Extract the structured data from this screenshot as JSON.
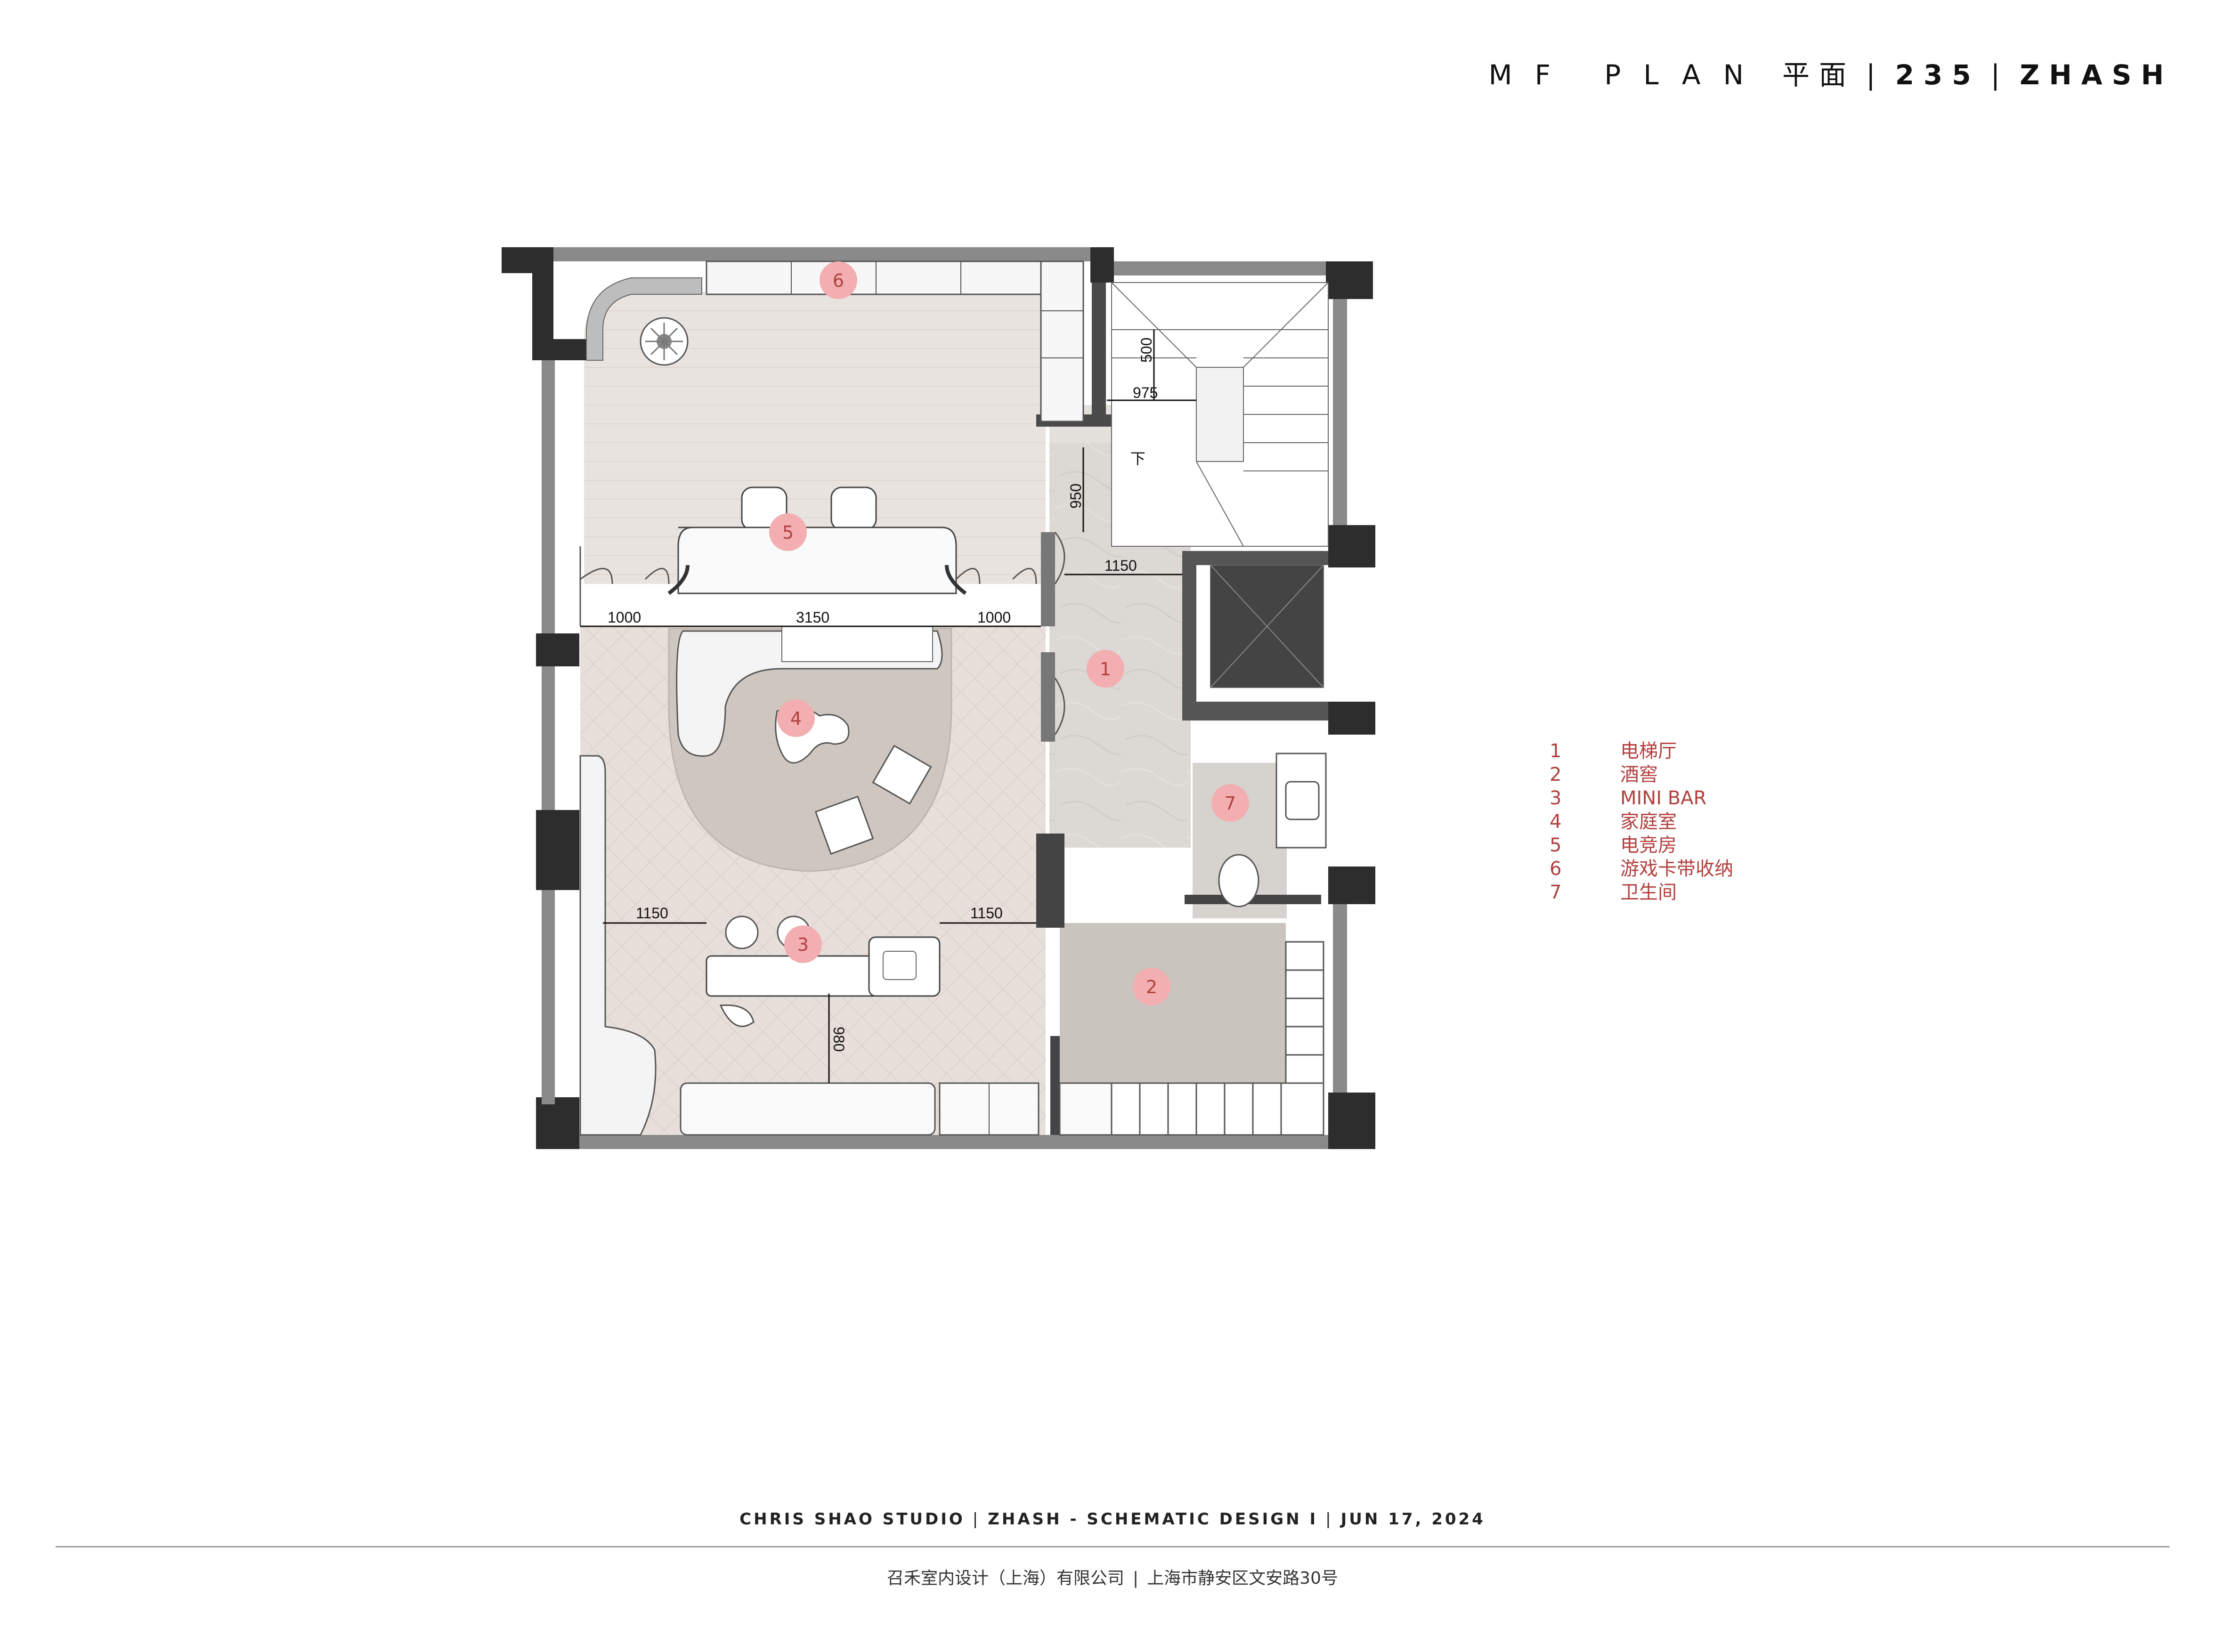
{
  "header": {
    "title_latin": "MF PLAN",
    "title_cn": "平面",
    "sep": "|",
    "number": "235",
    "project": "ZHASH"
  },
  "plan": {
    "room_markers": [
      "1",
      "2",
      "3",
      "4",
      "5",
      "6",
      "7"
    ],
    "dimensions": {
      "d500": "500",
      "d975": "975",
      "d950": "950",
      "d1150_lobby": "1150",
      "d1000_left": "1000",
      "d3150": "3150",
      "d1000_right": "1000",
      "d1150_bar_left": "1150",
      "d1150_bar_right": "1150",
      "d980": "980"
    },
    "stair_down_label": "下",
    "marker_color": "#f2aeb0",
    "marker_text_color": "#b2403f"
  },
  "legend": [
    {
      "num": "1",
      "label": "电梯厅"
    },
    {
      "num": "2",
      "label": "酒窖"
    },
    {
      "num": "3",
      "label": "MINI BAR"
    },
    {
      "num": "4",
      "label": "家庭室"
    },
    {
      "num": "5",
      "label": "电竞房"
    },
    {
      "num": "6",
      "label": "游戏卡带收纳"
    },
    {
      "num": "7",
      "label": "卫生间"
    }
  ],
  "footer": {
    "studio": "CHRIS SHAO STUDIO",
    "project_line": "ZHASH - SCHEMATIC DESIGN I",
    "date": "JUN 17, 2024",
    "sep": "|",
    "company_cn": "召禾室内设计（上海）有限公司",
    "address_cn": "上海市静安区文安路30号"
  },
  "colors": {
    "accent_red": "#b2403f",
    "wall_dark": "#2d2d2d",
    "wall_grey": "#7a7a7a",
    "floor_beige": "#e6ddd8",
    "floor_stone": "#dad7d2"
  }
}
